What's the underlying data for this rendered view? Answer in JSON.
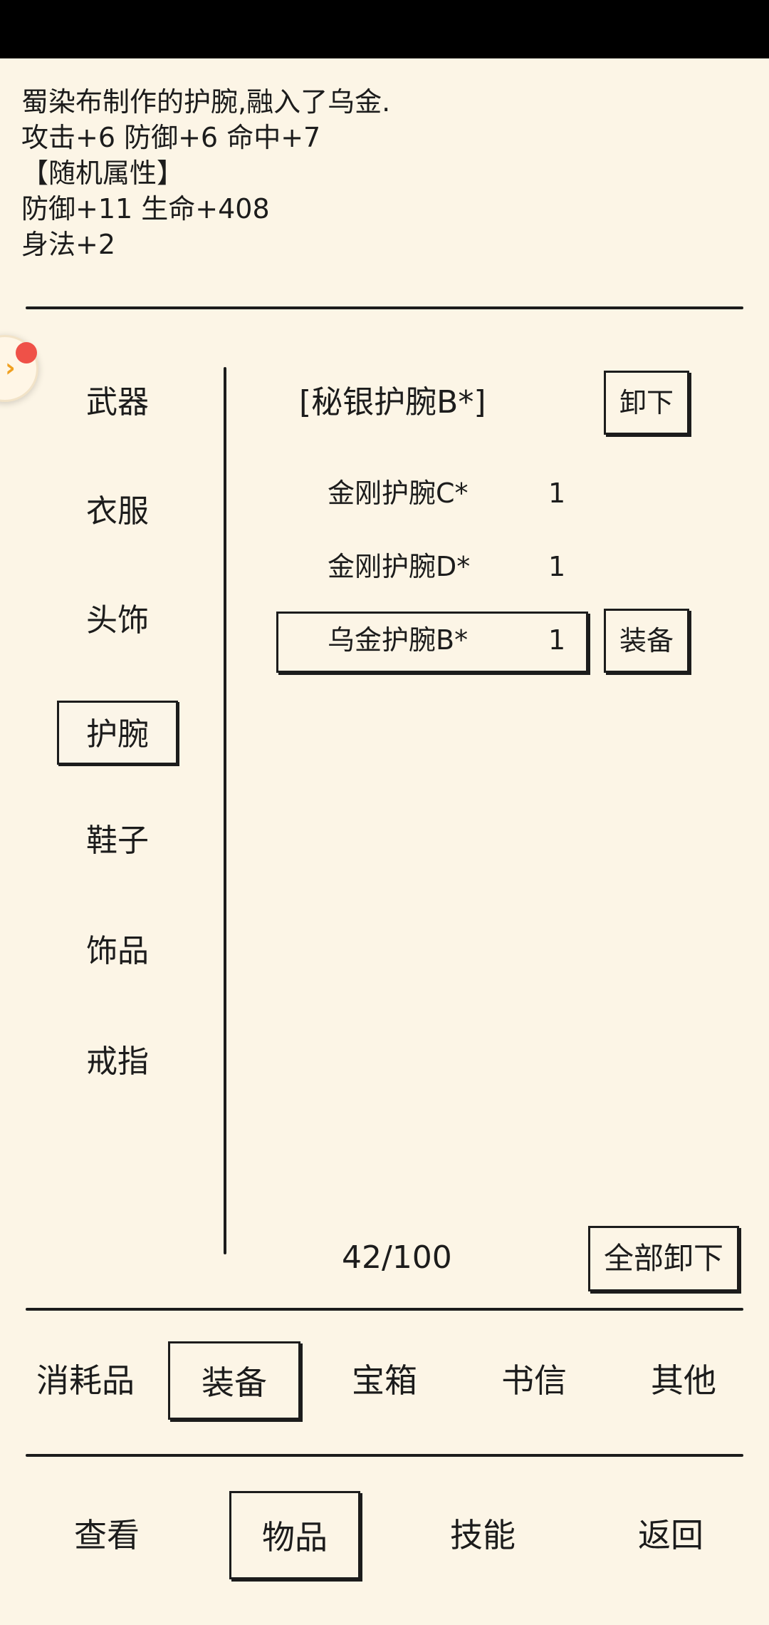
{
  "description": {
    "lines": [
      "蜀染布制作的护腕,融入了乌金.",
      "攻击+6 防御+6 命中+7",
      "【随机属性】",
      "防御+11 生命+408",
      "身法+2"
    ]
  },
  "float_button": {
    "icon": "chevron-right-icon",
    "badge_color": "#ef5148"
  },
  "sidebar": {
    "items": [
      {
        "label": "武器"
      },
      {
        "label": "衣服"
      },
      {
        "label": "头饰"
      },
      {
        "label": "护腕"
      },
      {
        "label": "鞋子"
      },
      {
        "label": "饰品"
      },
      {
        "label": "戒指"
      }
    ],
    "selected": "护腕"
  },
  "equipped": {
    "name": "[秘银护腕B*]",
    "unequip_label": "卸下"
  },
  "inventory": {
    "items": [
      {
        "name": "金刚护腕C*",
        "qty": "1"
      },
      {
        "name": "金刚护腕D*",
        "qty": "1"
      },
      {
        "name": "乌金护腕B*",
        "qty": "1",
        "action_label": "装备"
      }
    ],
    "selected_index": 2
  },
  "footer": {
    "capacity": "42/100",
    "unequip_all_label": "全部卸下"
  },
  "category_tabs": {
    "items": [
      {
        "label": "消耗品"
      },
      {
        "label": "装备"
      },
      {
        "label": "宝箱"
      },
      {
        "label": "书信"
      },
      {
        "label": "其他"
      }
    ],
    "selected": "装备"
  },
  "nav_tabs": {
    "items": [
      {
        "label": "查看"
      },
      {
        "label": "物品"
      },
      {
        "label": "技能"
      },
      {
        "label": "返回"
      }
    ],
    "selected": "物品"
  },
  "colors": {
    "background": "#fcf5e6",
    "ink": "#1c1c1c",
    "accent": "#f0a020"
  }
}
